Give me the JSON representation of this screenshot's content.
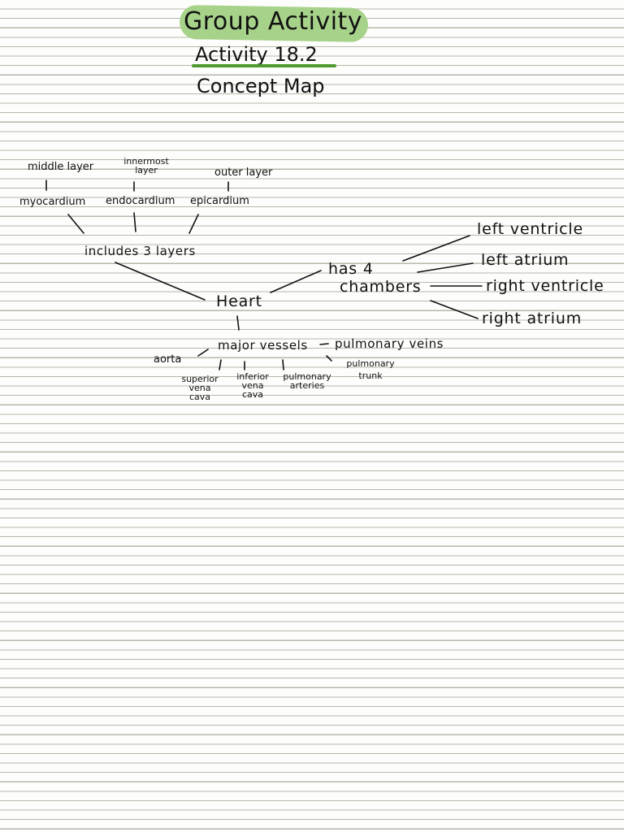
{
  "header": {
    "title": "Group Activity",
    "activity": "Activity 18.2",
    "subtitle": "Concept Map"
  },
  "colors": {
    "highlight": "#a7d28a",
    "underline": "#4f9a2e",
    "ink": "#111111",
    "rule": "#b7b7ab"
  },
  "map": {
    "center": "Heart",
    "layers": {
      "link": "includes 3 layers",
      "items": [
        {
          "name": "myocardium",
          "desc": "middle layer"
        },
        {
          "name": "endocardium",
          "desc": "innermost layer"
        },
        {
          "name": "epicardium",
          "desc": "outer layer"
        }
      ]
    },
    "chambers": {
      "link": "has 4 chambers",
      "link_line1": "has 4",
      "link_line2": "chambers",
      "items": [
        "left ventricle",
        "left atrium",
        "right ventricle",
        "right atrium"
      ]
    },
    "vessels": {
      "link": "major vessels",
      "items": [
        {
          "line1": "aorta"
        },
        {
          "line1": "superior",
          "line2": "vena",
          "line3": "cava"
        },
        {
          "line1": "inferior",
          "line2": "vena",
          "line3": "cava"
        },
        {
          "line1": "pulmonary",
          "line2": "arteries"
        },
        {
          "line1": "pulmonary",
          "line2": "trunk"
        },
        {
          "line1": "pulmonary veins"
        }
      ]
    }
  }
}
